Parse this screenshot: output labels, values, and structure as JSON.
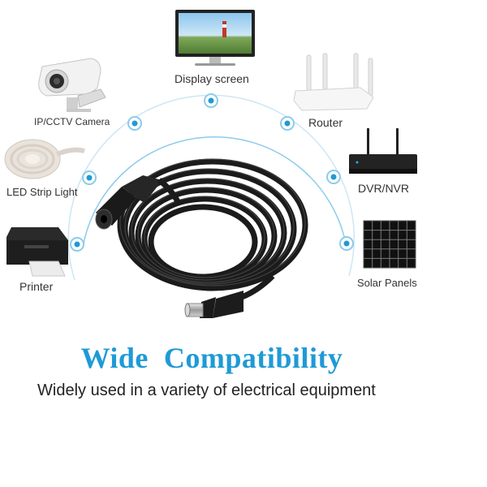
{
  "devices": [
    {
      "id": "display",
      "label": "Display screen",
      "icon": "display-monitor-icon"
    },
    {
      "id": "camera",
      "label": "IP/CCTV Camera",
      "icon": "cctv-camera-icon"
    },
    {
      "id": "router",
      "label": "Router",
      "icon": "wifi-router-icon"
    },
    {
      "id": "led",
      "label": "LED Strip Light",
      "icon": "led-strip-reel-icon"
    },
    {
      "id": "dvr",
      "label": "DVR/NVR",
      "icon": "dvr-recorder-icon"
    },
    {
      "id": "printer",
      "label": "Printer",
      "icon": "printer-icon"
    },
    {
      "id": "solar",
      "label": "Solar Panels",
      "icon": "solar-panel-icon"
    }
  ],
  "headline": "Wide  Compatibility",
  "subheadline": "Widely used in a variety of electrical equipment",
  "colors": {
    "accent": "#1f9ad6",
    "arc": "#9fd2ee",
    "cable": "#1b1b1b"
  },
  "product": {
    "icon": "coiled-dc-extension-cable"
  }
}
